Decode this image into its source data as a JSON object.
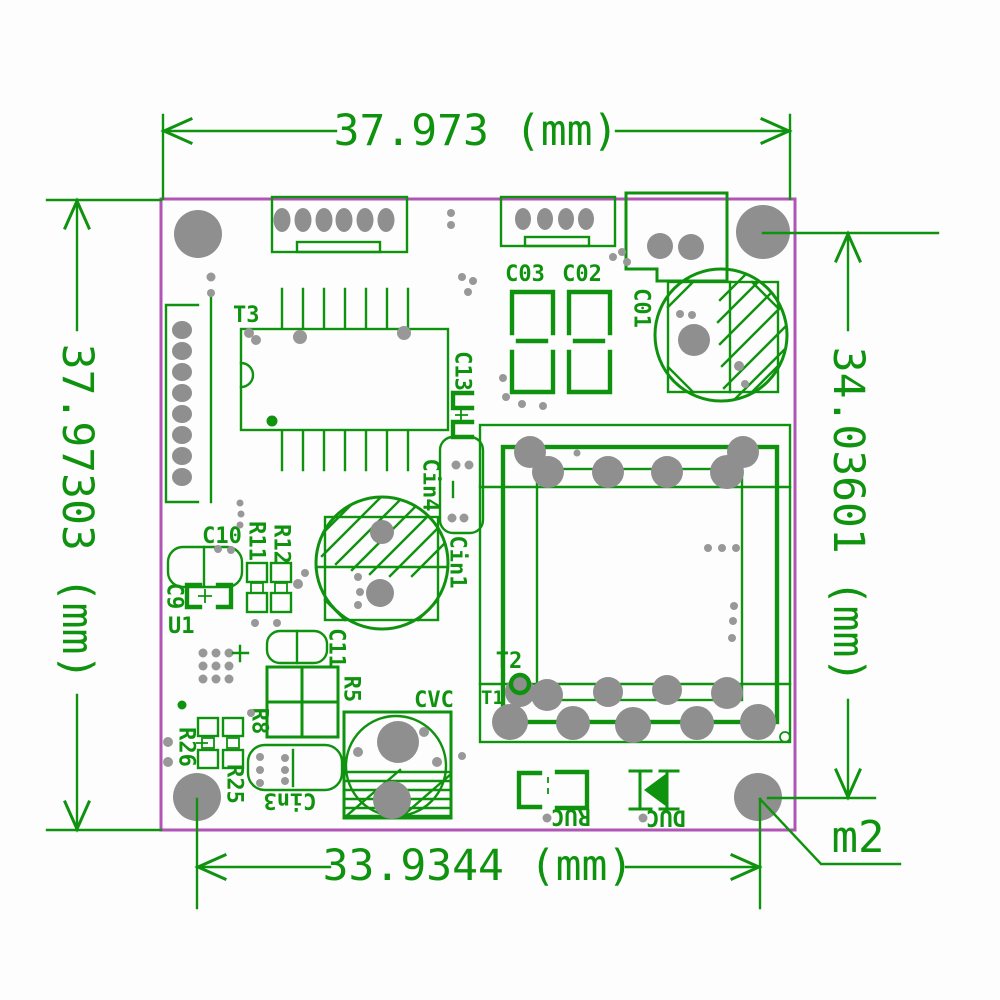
{
  "title": "PCB camera module mechanical dimension drawing",
  "colors": {
    "trace": "#0f930f",
    "board_edge": "#b054b6",
    "pad": "#8f8f8f",
    "background": "#fdfdfd"
  },
  "dimensions": {
    "top": "37.973 (mm)",
    "left": "37.97303 (mm)",
    "right": "34.03601 (mm)",
    "bottom": "33.9344 (mm)",
    "mount": "m2"
  },
  "labels": {
    "t3": "T3",
    "c03": "C03",
    "c02": "C02",
    "c01": "C01",
    "c13": "C13",
    "cin4": "Cin4",
    "cin1": "Cin1",
    "c10": "C10",
    "c9": "C9",
    "u1": "U1",
    "r11": "R11",
    "r12": "R12",
    "c11": "C11",
    "r5": "R5",
    "r8": "R8",
    "r26": "R26",
    "r25": "R25",
    "cin3": "Cin3",
    "cvc": "CVC",
    "ruc": "RUC",
    "duc": "DUC",
    "t1": "T1",
    "t2": "T2"
  }
}
